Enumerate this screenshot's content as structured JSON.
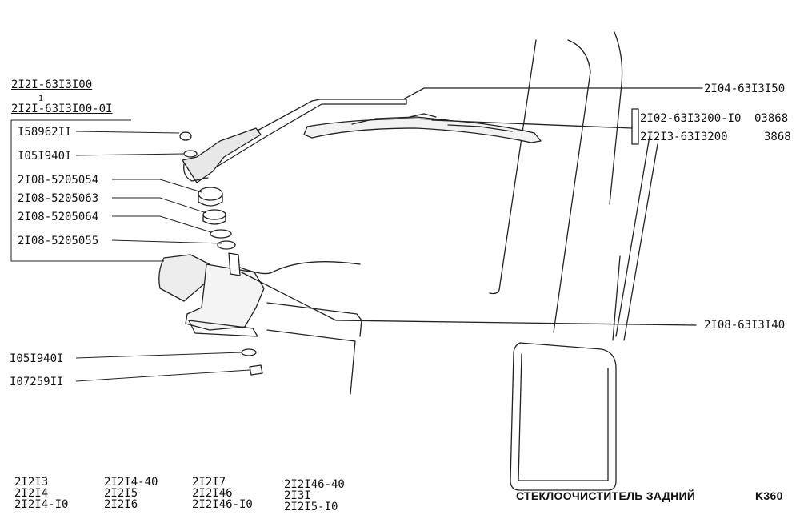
{
  "assembly": {
    "main_number": "2I2I-63I3I00",
    "alt_number": "2I2I-63I3I00-0I",
    "alt_mark": "1"
  },
  "left_parts": [
    "I58962II",
    "I05I940I",
    "2I08-5205054",
    "2I08-5205063",
    "2I08-5205064",
    "2I08-5205055"
  ],
  "lower_parts": [
    "I05I940I",
    "I07259II"
  ],
  "right_parts": {
    "arm": "2I04-63I3I50",
    "blade_1_number": "2I02-63I3200-I0",
    "blade_1_code": "03868",
    "blade_2_number": "2I2I3-63I3200",
    "blade_2_code": "3868",
    "motor_link": "2I08-63I3I40"
  },
  "models": [
    [
      "2I2I3",
      "2I2I4",
      "2I2I4-I0"
    ],
    [
      "2I2I4-40",
      "2I2I5",
      "2I2I6"
    ],
    [
      "2I2I7",
      "2I2I46",
      "2I2I46-I0"
    ],
    [
      "2I2I46-40",
      "2I3I",
      "2I2I5-I0"
    ]
  ],
  "footer": {
    "title": "СТЕКЛООЧИСТИТЕЛЬ ЗАДНИЙ",
    "page": "K360"
  }
}
